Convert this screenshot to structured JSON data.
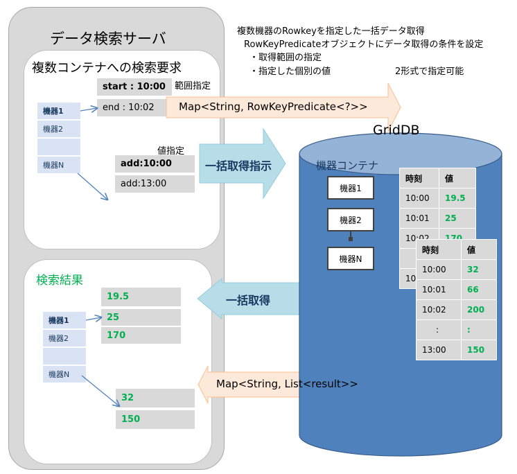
{
  "server": {
    "title": "データ検索サーバ",
    "request_title": "複数コンテナへの検索要求",
    "result_title": "検索結果"
  },
  "devices": [
    "機器1",
    "機器2",
    "機器N"
  ],
  "range": {
    "label": "範囲指定",
    "start": "start : 10:00",
    "end": "end : 10:02"
  },
  "values": {
    "label": "値指定",
    "add1": "add:10:00",
    "add2": "add:13:00"
  },
  "notes": {
    "line1": "複数機器のRowkeyを指定した一括データ取得",
    "line2": "RowKeyPredicateオブジェクトにデータ取得の条件を設定",
    "line3": "・取得範囲の指定",
    "line4": "・指定した個別の値",
    "line5": "2形式で指定可能"
  },
  "arrows": {
    "map_predicate": "Map<String, RowKeyPredicate<?>>",
    "bulk_fetch_instruct": "一括取得指示",
    "bulk_fetch": "一括取得",
    "map_result": "Map<String, List<result>>"
  },
  "griddb": {
    "title": "GridDB",
    "container_label": "機器コンテナ",
    "nodes": [
      "機器1",
      "機器2",
      "機器N"
    ],
    "table1": {
      "headers": [
        "時刻",
        "値"
      ],
      "rows": [
        [
          "10:00",
          "19.5"
        ],
        [
          "10:01",
          "25"
        ],
        [
          "10:02",
          "170"
        ]
      ],
      "peek": "10"
    },
    "table2": {
      "headers": [
        "時刻",
        "値"
      ],
      "rows": [
        [
          "10:00",
          "32"
        ],
        [
          "10:01",
          "66"
        ],
        [
          "10:02",
          "200"
        ],
        [
          ":",
          ":"
        ],
        [
          "13:00",
          "150"
        ]
      ]
    }
  },
  "results": {
    "group1": [
      "19.5",
      "25",
      "170"
    ],
    "group2": [
      "32",
      "150"
    ]
  },
  "colors": {
    "server_bg": "#d9d9d9",
    "arrow_blue": "#b7dde8",
    "arrow_peach": "#fde9d9",
    "cylinder_blue": "#4f81bd",
    "value_green": "#00b050"
  }
}
